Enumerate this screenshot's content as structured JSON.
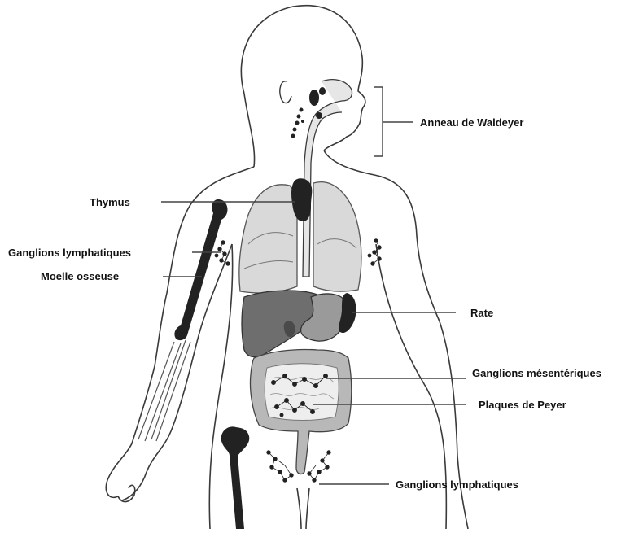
{
  "labels": {
    "waldeyer": "Anneau de Waldeyer",
    "thymus": "Thymus",
    "lymph_nodes_upper": "Ganglions lymphatiques",
    "bone_marrow": "Moelle osseuse",
    "spleen": "Rate",
    "mesenteric_nodes": "Ganglions mésentériques",
    "peyer_patches": "Plaques de Peyer",
    "lymph_nodes_lower": "Ganglions lymphatiques"
  },
  "colors": {
    "outline": "#3a3a3a",
    "lungs": "#d9d9d9",
    "liver": "#6e6e6e",
    "stomach": "#9a9a9a",
    "organ_dark": "#222222",
    "intestine": "#b8b8b8",
    "small_intestine": "#eeeeee",
    "leader": "#444444"
  }
}
